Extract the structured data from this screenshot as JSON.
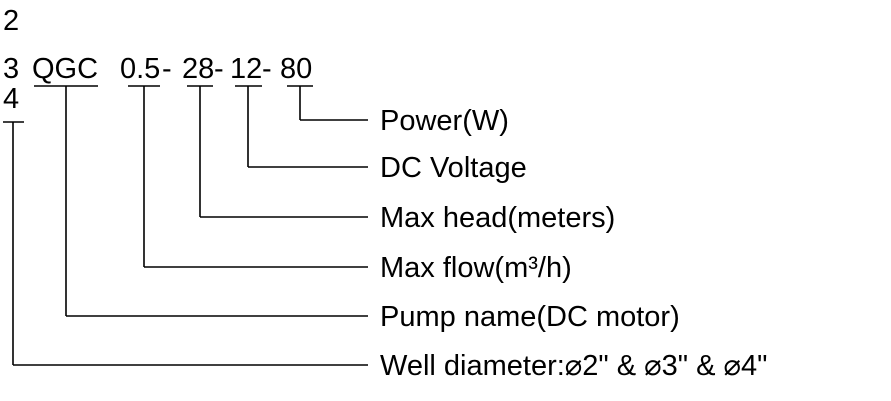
{
  "model_code": {
    "diameter_options": [
      "2",
      "3",
      "4"
    ],
    "pump_name": "QGC",
    "max_flow": "0.5",
    "max_head": "28",
    "dc_voltage": "12",
    "power": "80",
    "sep": "-"
  },
  "labels": {
    "power": "Power(W)",
    "dc_voltage": "DC Voltage",
    "max_head": "Max head(meters)",
    "max_flow": "Max flow(m³/h)",
    "pump_name": "Pump name(DC motor)",
    "well_diameter": "Well diameter:⌀2\" & ⌀3\" & ⌀4\""
  }
}
